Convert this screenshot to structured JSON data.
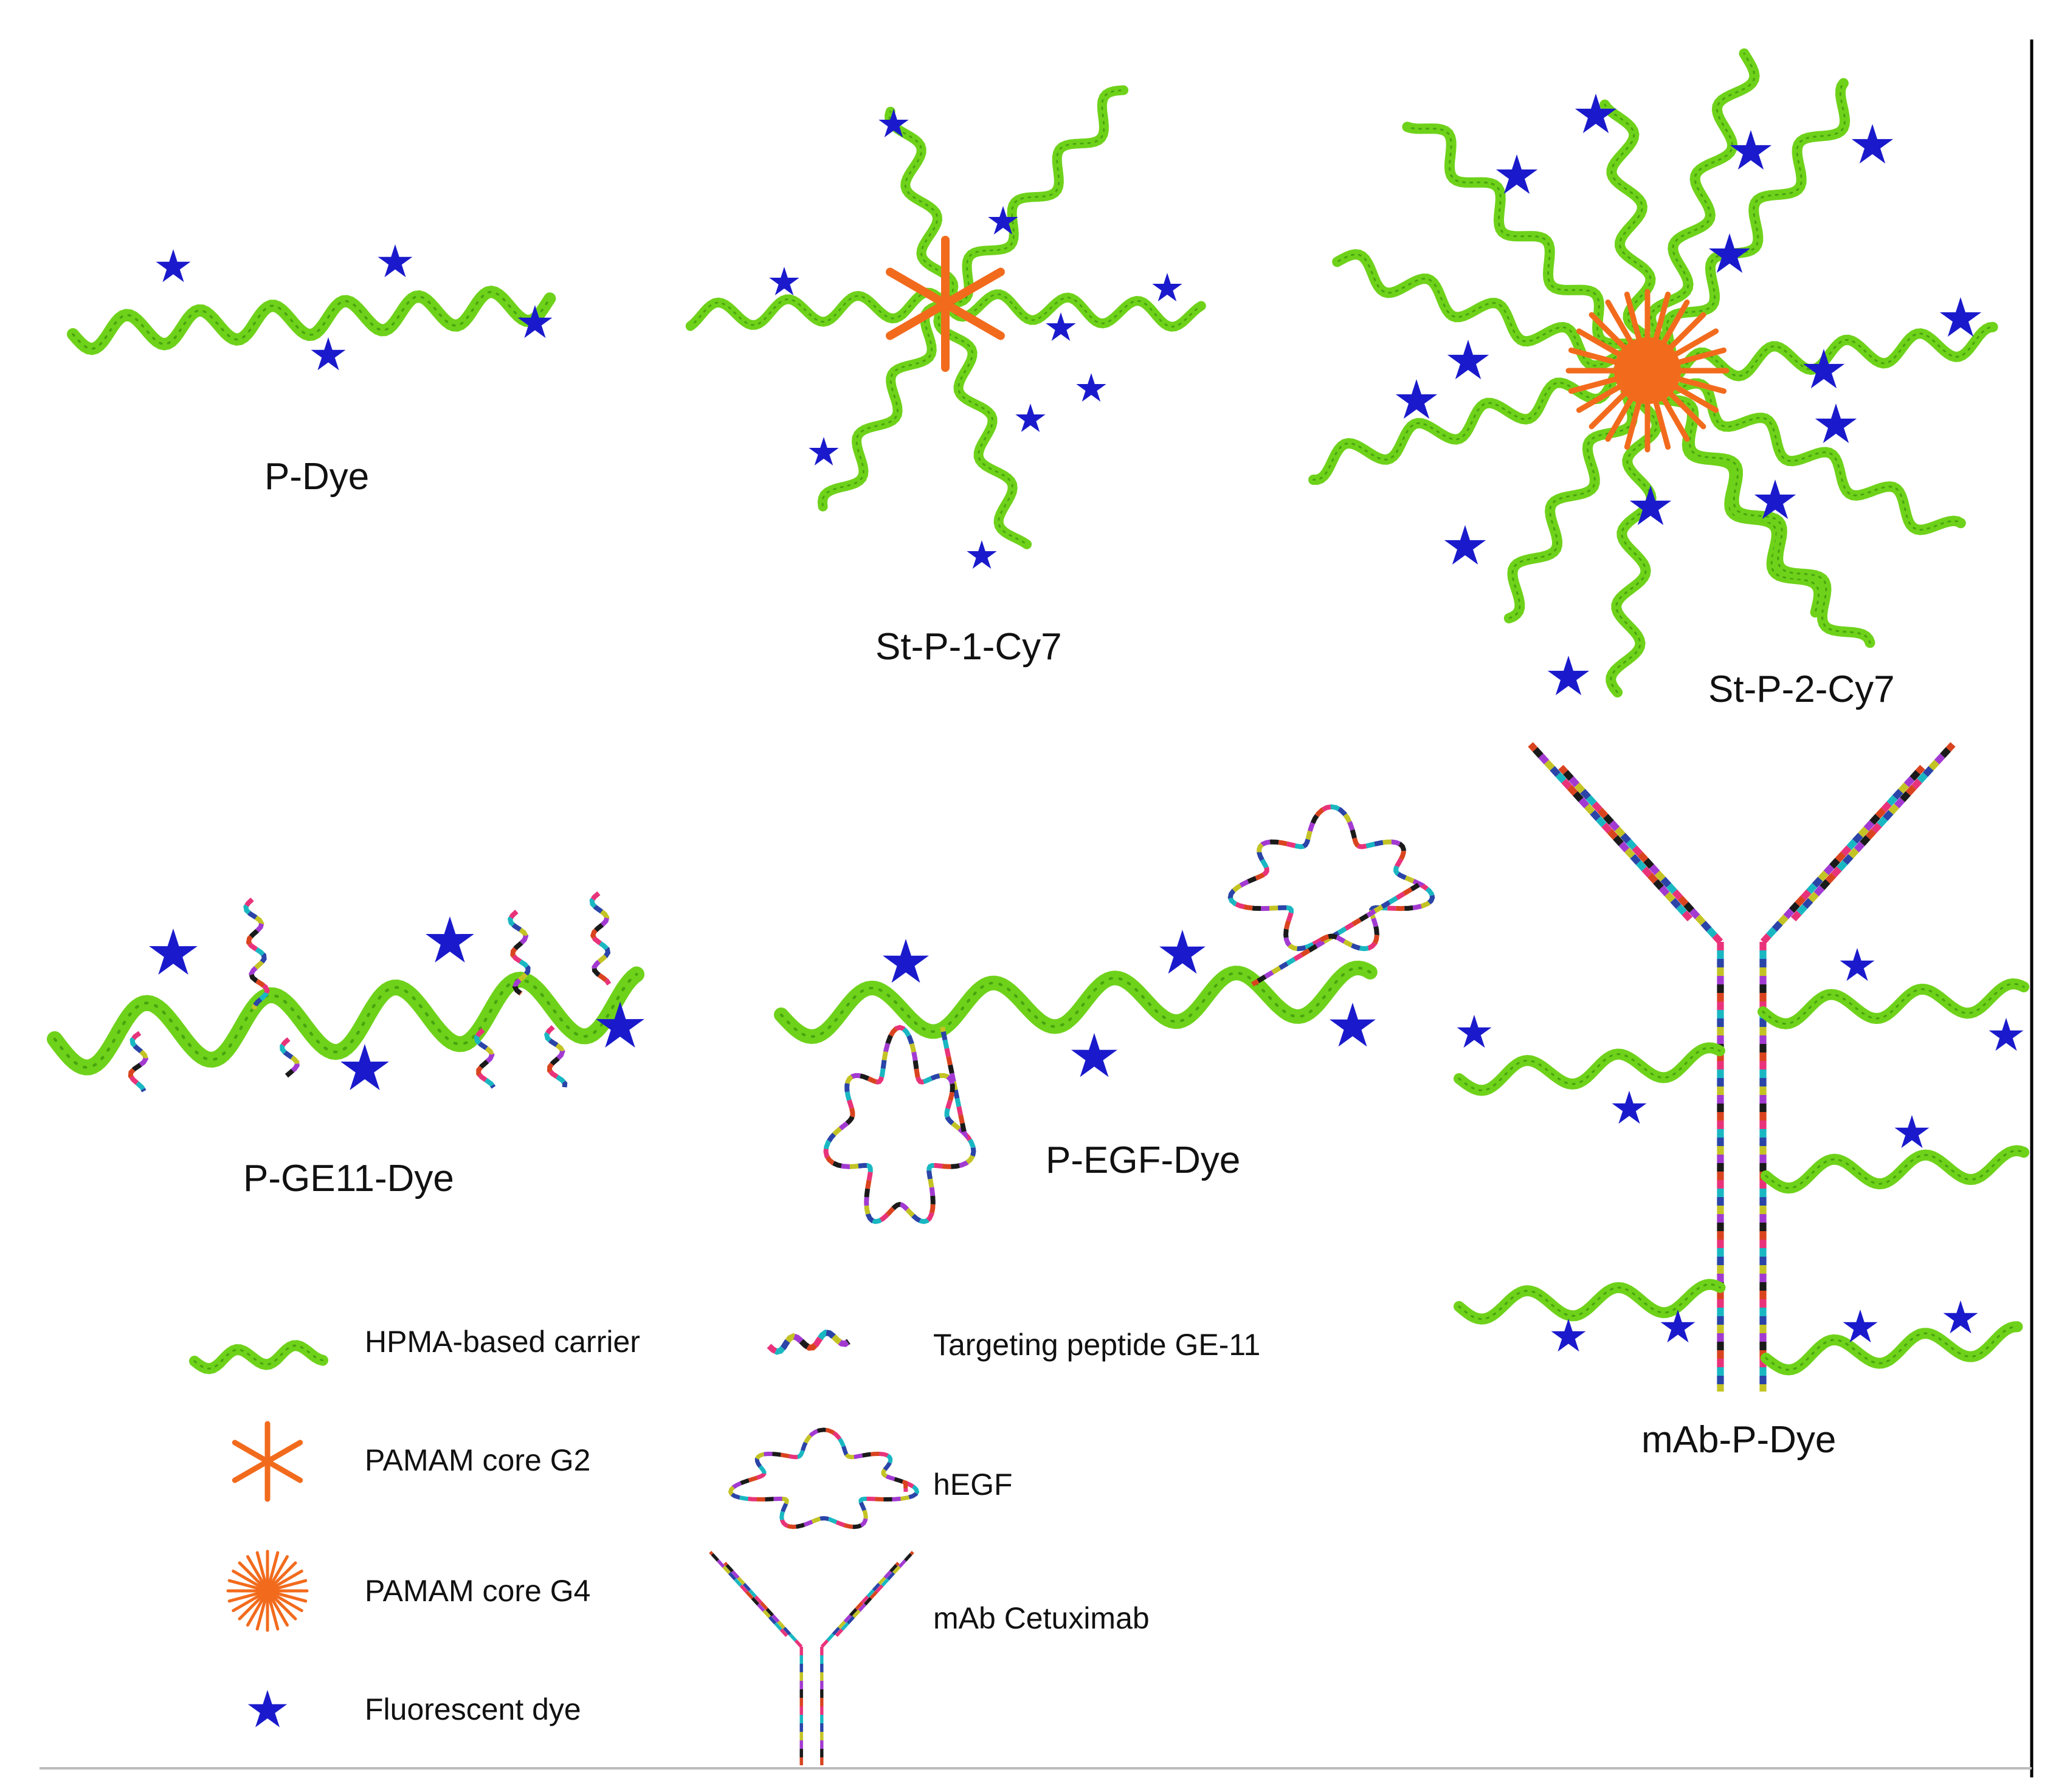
{
  "constructs": {
    "p_dye": "P-Dye",
    "st_p_1_cy7": "St-P-1-Cy7",
    "st_p_2_cy7": "St-P-2-Cy7",
    "p_ge11_dye": "P-GE11-Dye",
    "p_egf_dye": "P-EGF-Dye",
    "mab_p_dye": "mAb-P-Dye"
  },
  "legend": {
    "hpma": "HPMA-based carrier",
    "pamam_g2": "PAMAM core G2",
    "pamam_g4": "PAMAM core G4",
    "dye": "Fluorescent dye",
    "ge11": "Targeting peptide GE-11",
    "hegf": "hEGF",
    "mab": "mAb Cetuximab"
  },
  "colors": {
    "carrier": "#6fd21a",
    "carrier_dark": "#3f9a0c",
    "dye": "#1a1acc",
    "core": "#f26b1d",
    "peptide": [
      "#e8337a",
      "#19b7c2",
      "#2a44a8",
      "#c3c325",
      "#a23ad1",
      "#1a1a1a",
      "#d9441f"
    ]
  }
}
